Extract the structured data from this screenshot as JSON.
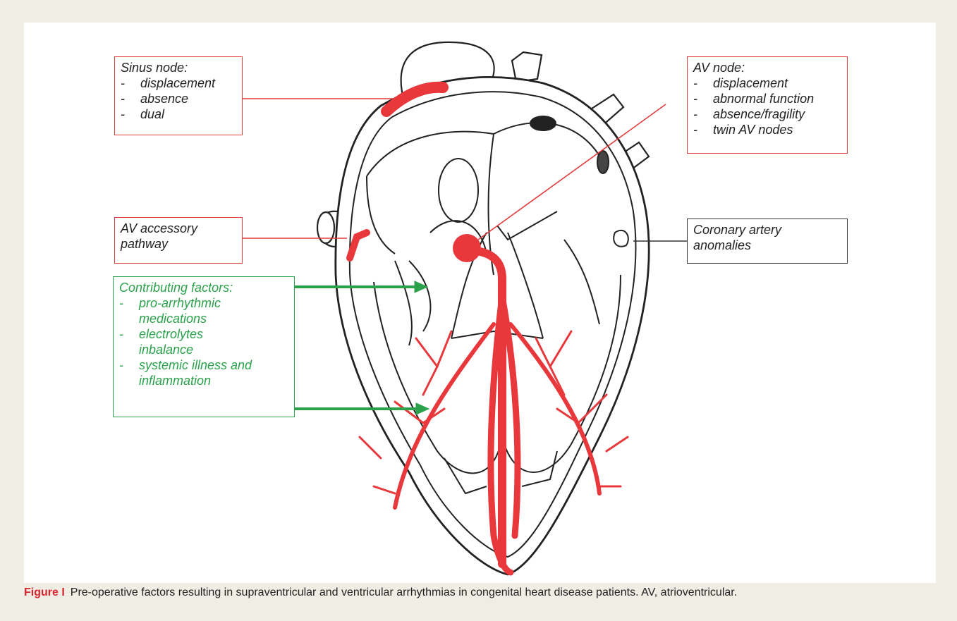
{
  "sinus_node": {
    "title": "Sinus node:",
    "items": [
      "displacement",
      "absence",
      "dual"
    ]
  },
  "av_node": {
    "title": "AV node:",
    "items": [
      "displacement",
      "abnormal function",
      "absence/fragility",
      "twin AV nodes"
    ]
  },
  "accessory": {
    "line1": "AV accessory",
    "line2": "pathway"
  },
  "coronary": {
    "line1": "Coronary artery",
    "line2": "anomalies"
  },
  "contributing": {
    "title": "Contributing factors:",
    "items": [
      {
        "l1": "pro-arrhythmic",
        "l2": "medications"
      },
      {
        "l1": "electrolytes",
        "l2": "inbalance"
      },
      {
        "l1": "systemic illness and",
        "l2": "inflammation"
      }
    ]
  },
  "caption": {
    "label": "Figure I",
    "text": "Pre-operative factors resulting in supraventricular and ventricular arrhythmias in congenital heart disease patients. AV, atrioventricular."
  },
  "colors": {
    "conduction": "#e8383c",
    "contributing": "#2aa14a",
    "box_red": "#e03c3c",
    "caption_label": "#d8262f"
  }
}
